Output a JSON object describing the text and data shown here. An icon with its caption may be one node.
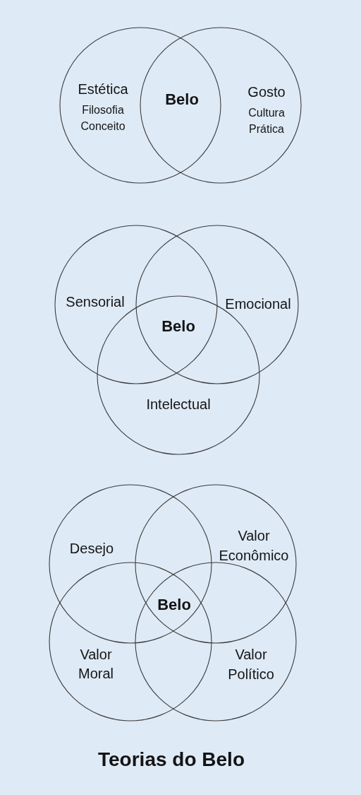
{
  "diagram": {
    "title": "Teorias do Belo",
    "nodes": [
      {
        "text": [
          "Estética",
          "Filosofia Conceito"
        ]
      },
      {
        "text": [
          "Gosto",
          "Cultura Prática"
        ]
      },
      {
        "text": [
          "Sensorial"
        ]
      },
      {
        "text": [
          "Emocional"
        ]
      },
      {
        "text": [
          "Intelectual"
        ]
      },
      {
        "text": [
          "Desejo"
        ]
      },
      {
        "text": [
          "Valor Econômico"
        ]
      },
      {
        "text": [
          "Valor Moral"
        ]
      },
      {
        "text": [
          "Valor Político"
        ]
      }
    ],
    "labels": [
      "Belo",
      "Belo",
      "Belo"
    ]
  }
}
